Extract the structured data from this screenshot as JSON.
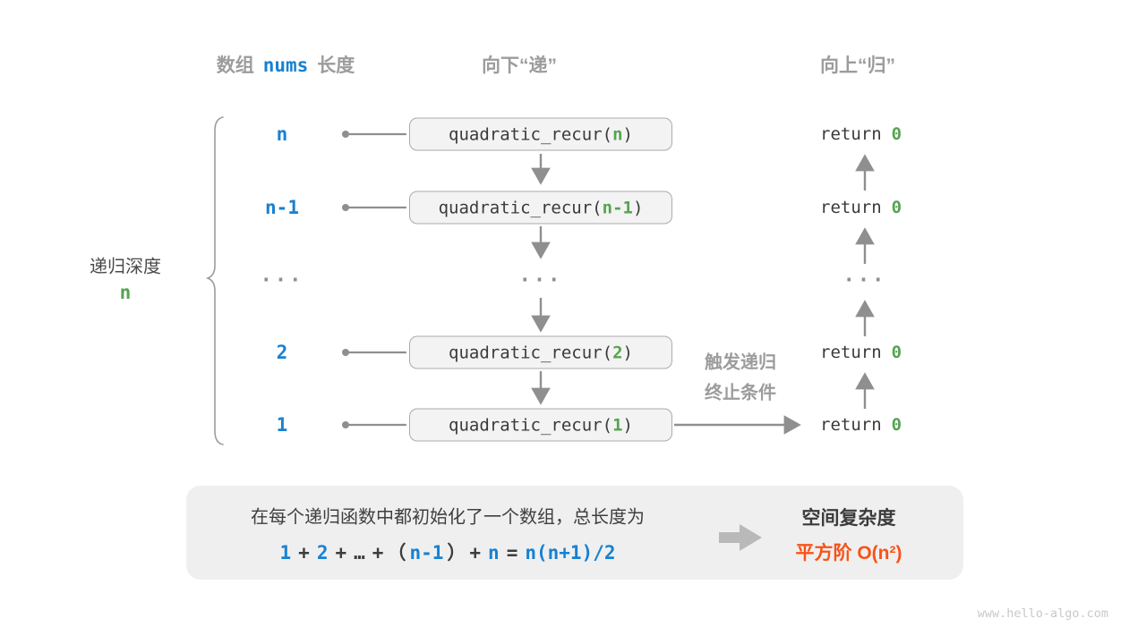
{
  "colors": {
    "blue": "#1781d2",
    "green": "#55a351",
    "orange": "#f85318",
    "gray_label": "#9c9c9c",
    "dark_text": "#3d3d3d",
    "arrow_gray": "#8f8f8f",
    "panel_bg": "#efefef",
    "box_bg": "#f3f3f3",
    "box_border": "#ababab"
  },
  "headers": {
    "array_pre": "数组",
    "array_code": "nums",
    "array_post": "长度",
    "descend": "向下“递”",
    "ascend": "向上“归”"
  },
  "depth": {
    "label": "递归深度",
    "value": "n"
  },
  "code": {
    "call_prefix": "quadratic_recur(",
    "call_suffix": ")",
    "return_word": "return"
  },
  "rows": [
    {
      "length": "n",
      "arg": "n",
      "ret": "0"
    },
    {
      "length": "n-1",
      "arg": "n-1",
      "ret": "0"
    },
    {
      "dots": true
    },
    {
      "length": "2",
      "arg": "2",
      "ret": "0"
    },
    {
      "length": "1",
      "arg": "1",
      "ret": "0"
    }
  ],
  "dots": "...",
  "annotation": {
    "line1": "触发递归",
    "line2": "终止条件"
  },
  "summary": {
    "line1": "在每个递归函数中都初始化了一个数组，总长度为",
    "formula": {
      "t1": "1",
      "op1": "+",
      "t2": "2",
      "op2": "+",
      "ellipsis": "…",
      "op3": "+",
      "lparen": "（",
      "t3": "n-1",
      "rparen": "）",
      "op4": "+",
      "t4": "n",
      "eq": "=",
      "t5": "n(n+1)/2"
    },
    "result_label": "空间复杂度",
    "result_value": "平方阶 O(n²)"
  },
  "watermark": "www.hello-algo.com"
}
